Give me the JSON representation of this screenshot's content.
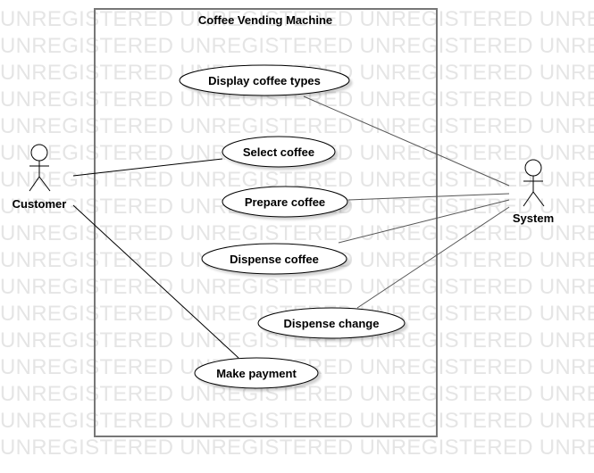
{
  "watermark_text": "UNREGISTERED",
  "system_boundary": {
    "title": "Coffee Vending Machine"
  },
  "actors": {
    "customer": {
      "label": "Customer"
    },
    "system": {
      "label": "System"
    }
  },
  "use_cases": [
    {
      "id": "display",
      "label": "Display coffee types"
    },
    {
      "id": "select",
      "label": "Select coffee"
    },
    {
      "id": "prepare",
      "label": "Prepare coffee"
    },
    {
      "id": "dispense",
      "label": "Dispense coffee"
    },
    {
      "id": "change",
      "label": "Dispense change"
    },
    {
      "id": "payment",
      "label": "Make payment"
    }
  ],
  "associations": [
    {
      "from": "customer",
      "to": "select"
    },
    {
      "from": "customer",
      "to": "payment"
    },
    {
      "from": "system",
      "to": "display"
    },
    {
      "from": "system",
      "to": "prepare"
    },
    {
      "from": "system",
      "to": "dispense"
    },
    {
      "from": "system",
      "to": "change"
    }
  ]
}
